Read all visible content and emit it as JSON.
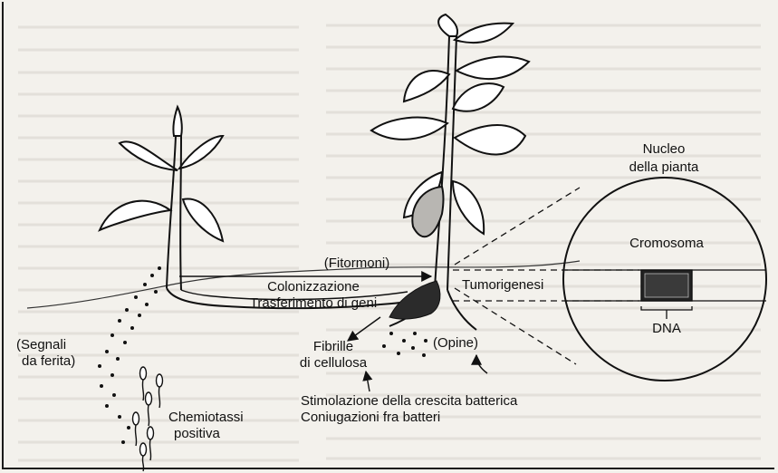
{
  "labels": {
    "nucleo": "Nucleo",
    "della_pianta": "della pianta",
    "cromosoma": "Cromosoma",
    "dna": "DNA",
    "fitormoni": "(Fitormoni)",
    "colonizzazione": "Colonizzazione",
    "trasferimento": "Trasferimento di geni",
    "tumorigenesi": "Tumorigenesi",
    "segnali": "(Segnali",
    "da_ferita": "da ferita)",
    "fibrille": "Fibrille",
    "di_cellulosa": "di cellulosa",
    "opine": "(Opine)",
    "stimolazione": "Stimolazione della crescita batterica",
    "coniugazioni": "Coniugazioni fra batteri",
    "chemiotassi": "Chemiotassi",
    "positiva": "positiva"
  }
}
